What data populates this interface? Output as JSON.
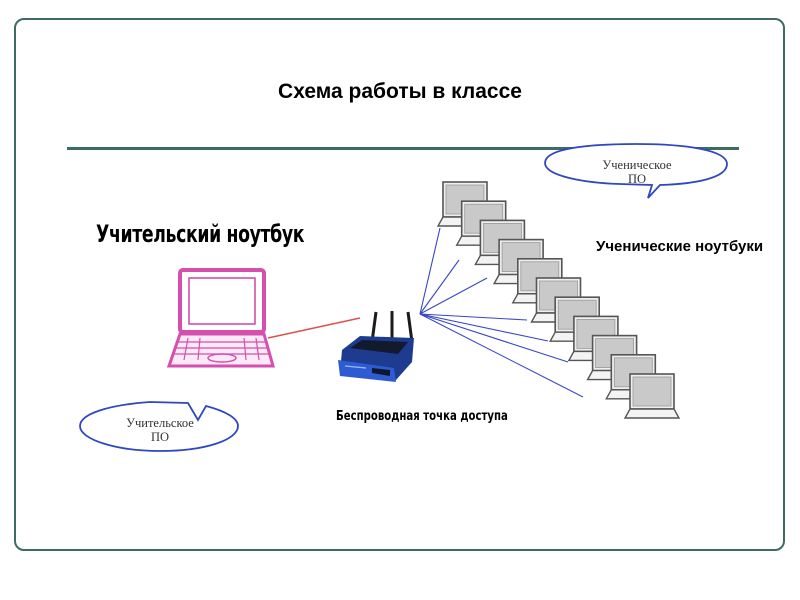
{
  "title": "Схема работы в классе",
  "teacher": {
    "heading": "Учительский ноутбук",
    "software_bubble": [
      "Учительское",
      "ПО"
    ]
  },
  "students": {
    "heading": "Ученические ноутбуки",
    "software_bubble": [
      "Ученическое",
      "ПО"
    ],
    "laptop_count": 11
  },
  "access_point": {
    "label": "Беспроводная точка доступа"
  },
  "colors": {
    "frame": "#3e6b63",
    "teacher_laptop": "#d44fae",
    "teacher_link": "#e05050",
    "wireless_links": "#3a46c8",
    "router_body": "#1d3c8f"
  }
}
